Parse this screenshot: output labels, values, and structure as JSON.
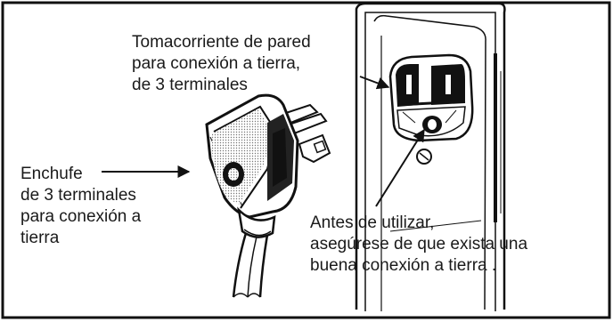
{
  "labels": {
    "outlet": [
      "Tomacorriente de pared",
      "para conexión a tierra,",
      "de 3 terminales"
    ],
    "plug": [
      "Enchufe",
      "de 3 terminales",
      "para conexión a",
      "tierra"
    ],
    "warning": [
      "Antes de utilizar,",
      "asegúrese de que exista una",
      "buena conexión a tierra ."
    ]
  }
}
